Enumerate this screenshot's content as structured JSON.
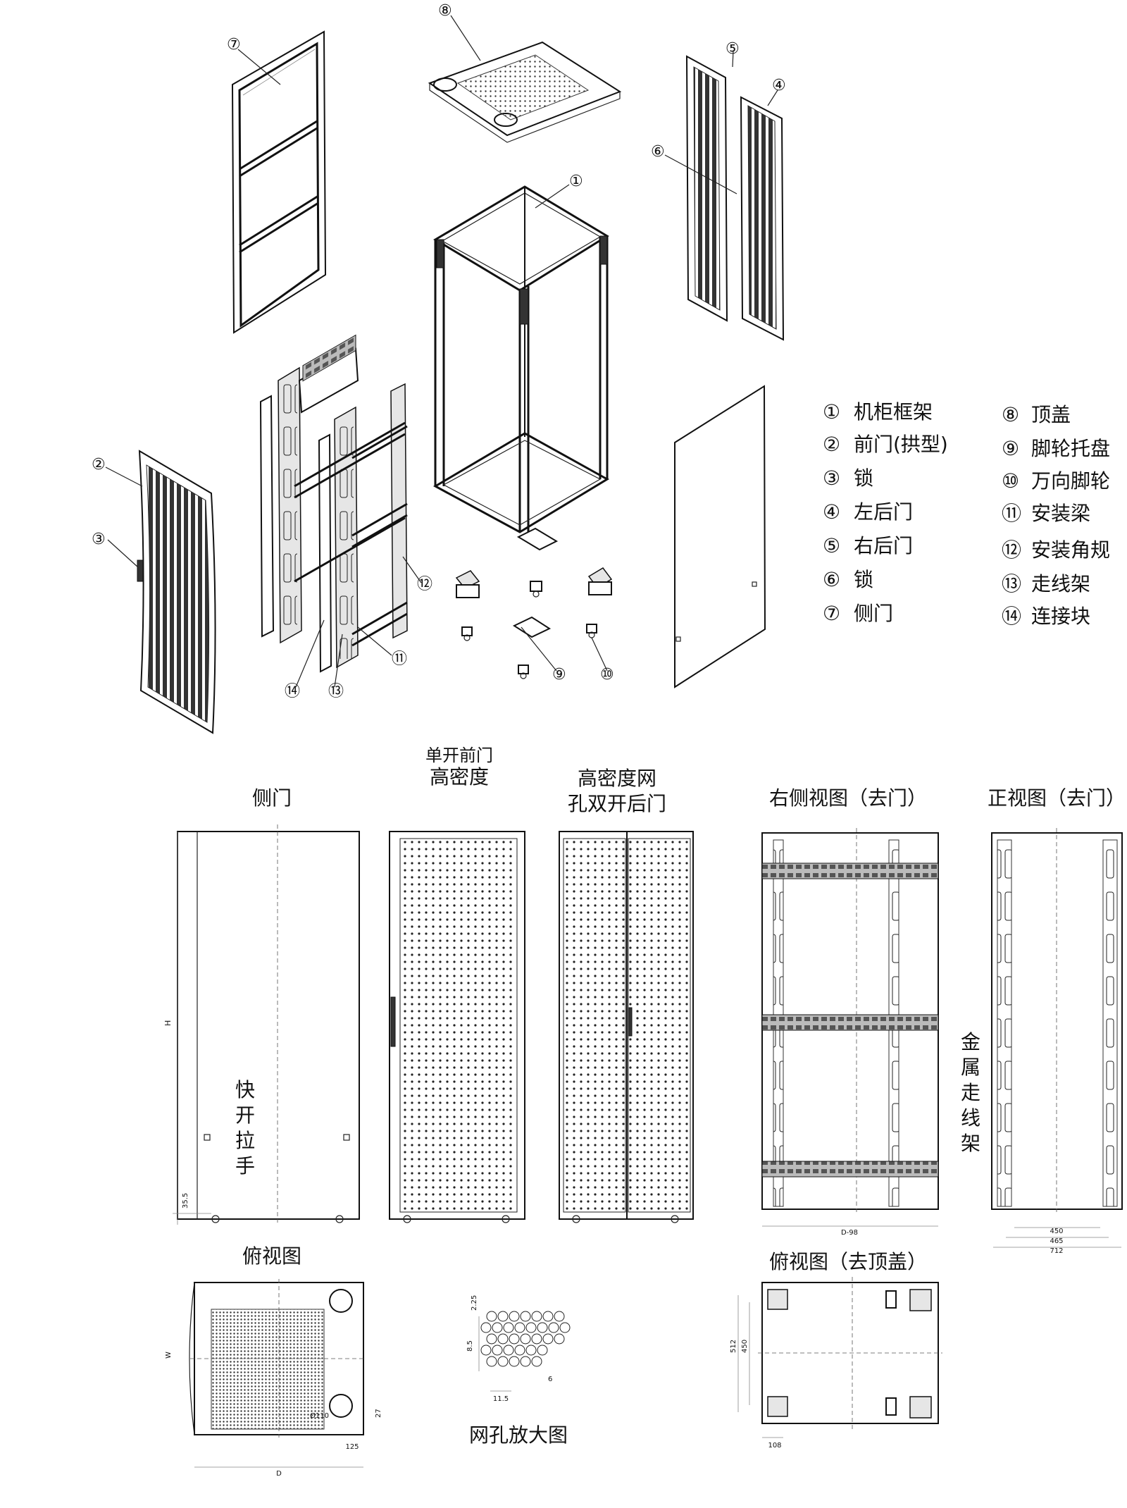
{
  "callouts": {
    "n1": "①",
    "n2": "②",
    "n3": "③",
    "n4": "④",
    "n5": "⑤",
    "n6": "⑥",
    "n7": "⑦",
    "n8": "⑧",
    "n9": "⑨",
    "n10": "⑩",
    "n11": "⑪",
    "n12": "⑫",
    "n13": "⑬",
    "n14": "⑭"
  },
  "legend": [
    {
      "num": "①",
      "label": "机柜框架"
    },
    {
      "num": "②",
      "label": "前门(拱型)"
    },
    {
      "num": "③",
      "label": "锁"
    },
    {
      "num": "④",
      "label": "左后门"
    },
    {
      "num": "⑤",
      "label": "右后门"
    },
    {
      "num": "⑥",
      "label": "锁"
    },
    {
      "num": "⑦",
      "label": "侧门"
    },
    {
      "num": "⑧",
      "label": "顶盖"
    },
    {
      "num": "⑨",
      "label": "脚轮托盘"
    },
    {
      "num": "⑩",
      "label": "万向脚轮"
    },
    {
      "num": "⑪",
      "label": "安装梁"
    },
    {
      "num": "⑫",
      "label": "安装角规"
    },
    {
      "num": "⑬",
      "label": "走线架"
    },
    {
      "num": "⑭",
      "label": "连接块"
    }
  ],
  "views": {
    "side_door": "侧门",
    "front_door_line1": "单开前门",
    "front_door_line2": "高密度",
    "rear_door_line1": "高密度网",
    "rear_door_line2": "孔双开后门",
    "right_view": "右侧视图（去门）",
    "front_view": "正视图（去门）",
    "top_view": "俯视图",
    "top_view_nocover": "俯视图（去顶盖）",
    "mesh_zoom": "网孔放大图",
    "quick_handle": [
      "快",
      "开",
      "拉",
      "手"
    ],
    "metal_cable_tray": [
      "金",
      "属",
      "走",
      "线",
      "架"
    ]
  },
  "dimensions": {
    "h_label": "H",
    "h_35": "35.5",
    "d98": "D-98",
    "d": "D",
    "w_label": "W",
    "d450": "450",
    "d465": "465",
    "d712": "712",
    "d512": "512",
    "d450b": "450",
    "d108": "108",
    "d125": "125",
    "d27": "27",
    "d110": "Ø110",
    "d225": "2.25",
    "d115": "11.5",
    "d85": "8.5",
    "d6": "6"
  }
}
